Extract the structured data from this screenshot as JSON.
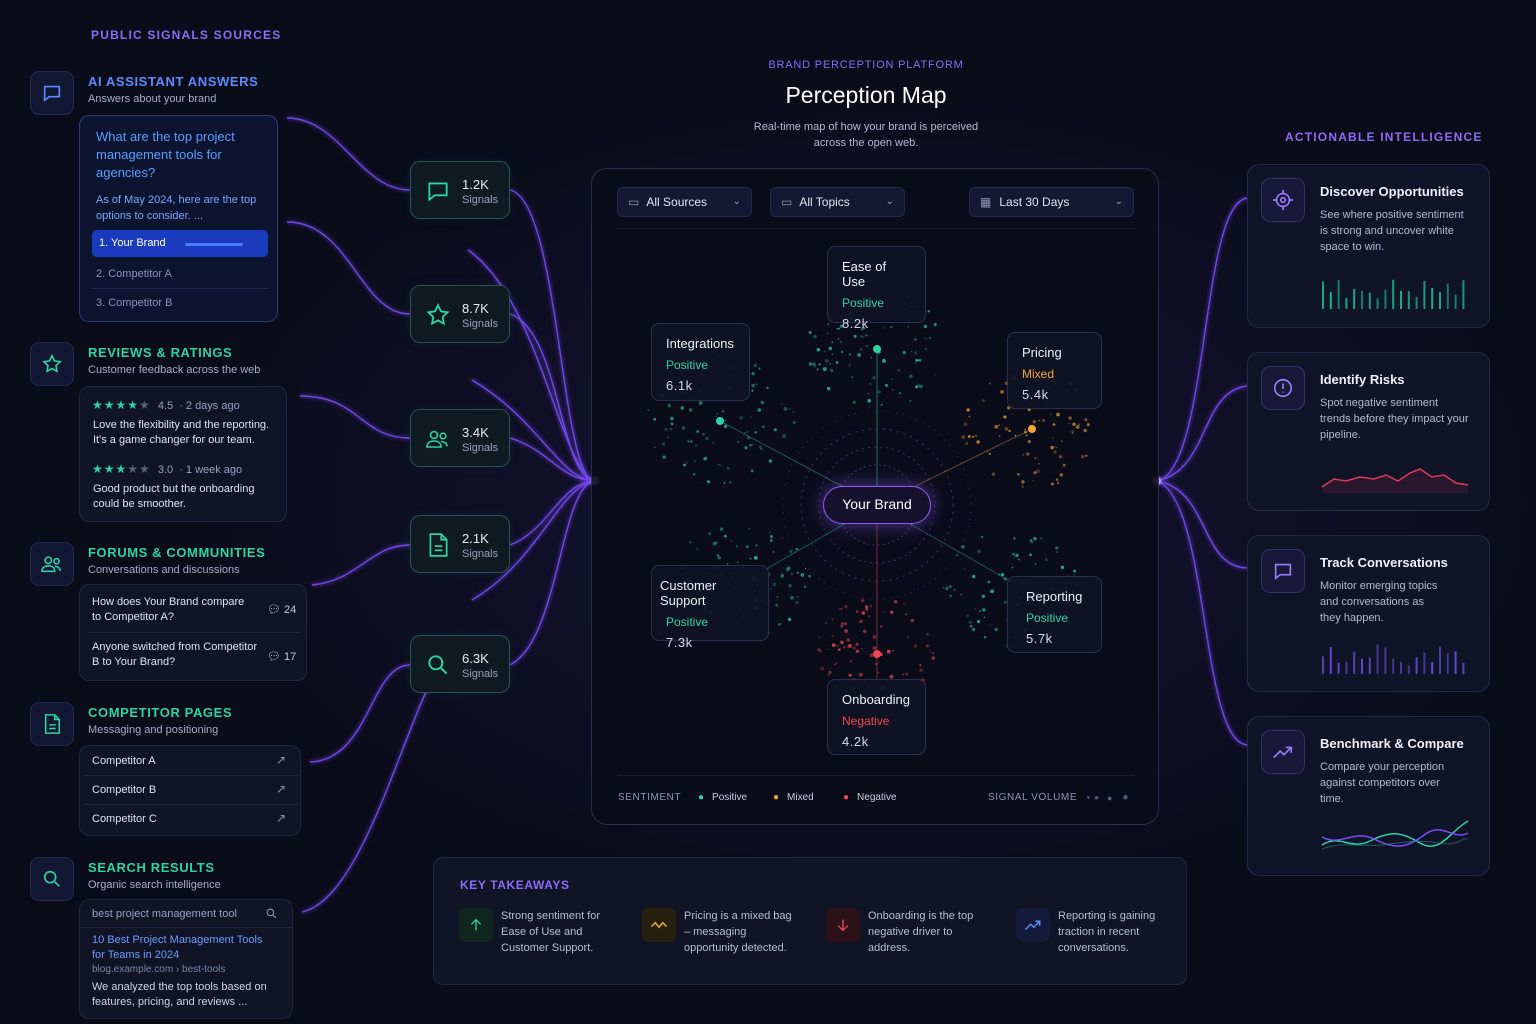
{
  "left": {
    "section_title": "PUBLIC SIGNALS SOURCES",
    "ai": {
      "title": "AI ASSISTANT ANSWERS",
      "subtitle": "Answers about your brand",
      "question": "What are the top project management tools for agencies?",
      "answer": "As of May 2024, here are the top options to consider. ...",
      "ranks": [
        "1. Your Brand",
        "2. Competitor A",
        "3. Competitor B"
      ]
    },
    "reviews": {
      "title": "REVIEWS & RATINGS",
      "subtitle": "Customer feedback across the web",
      "items": [
        {
          "stars": 4,
          "rating": "4.5",
          "when": "2 days ago",
          "text": "Love the flexibility and the reporting. It's a game changer for our team."
        },
        {
          "stars": 3,
          "rating": "3.0",
          "when": "1 week ago",
          "text": "Good product but the onboarding could be smoother."
        }
      ]
    },
    "forums": {
      "title": "FORUMS & COMMUNITIES",
      "subtitle": "Conversations and discussions",
      "threads": [
        {
          "text": "How does Your Brand compare to Competitor A?",
          "count": "24"
        },
        {
          "text": "Anyone switched from Competitor B to Your Brand?",
          "count": "17"
        }
      ]
    },
    "competitors": {
      "title": "COMPETITOR PAGES",
      "subtitle": "Messaging and positioning",
      "items": [
        "Competitor A",
        "Competitor B",
        "Competitor C"
      ]
    },
    "search": {
      "title": "SEARCH RESULTS",
      "subtitle": "Organic search intelligence",
      "query": "best project management tool",
      "result_title": "10 Best Project Management Tools for Teams in 2024",
      "result_url": "blog.example.com › best-tools",
      "result_snippet": "We analyzed the top tools based on features, pricing, and reviews ..."
    }
  },
  "signals": [
    {
      "count": "1.2K",
      "label": "Signals",
      "icon": "chat-icon"
    },
    {
      "count": "8.7K",
      "label": "Signals",
      "icon": "star-icon"
    },
    {
      "count": "3.4K",
      "label": "Signals",
      "icon": "people-icon"
    },
    {
      "count": "2.1K",
      "label": "Signals",
      "icon": "document-icon"
    },
    {
      "count": "6.3K",
      "label": "Signals",
      "icon": "search-icon"
    }
  ],
  "header": {
    "eyebrow": "BRAND PERCEPTION PLATFORM",
    "title": "Perception Map",
    "subtitle_line1": "Real-time map of how your brand is perceived",
    "subtitle_line2": "across the open web."
  },
  "map": {
    "filters": {
      "sources": "All Sources",
      "topics": "All Topics",
      "range": "Last 30 Days"
    },
    "center": "Your Brand",
    "nodes": {
      "ease": {
        "title": "Ease of Use",
        "sentiment": "Positive",
        "value": "8.2k"
      },
      "integrations": {
        "title": "Integrations",
        "sentiment": "Positive",
        "value": "6.1k"
      },
      "pricing": {
        "title": "Pricing",
        "sentiment": "Mixed",
        "value": "5.4k"
      },
      "support": {
        "title": "Customer Support",
        "sentiment": "Positive",
        "value": "7.3k"
      },
      "reporting": {
        "title": "Reporting",
        "sentiment": "Positive",
        "value": "5.7k"
      },
      "onboarding": {
        "title": "Onboarding",
        "sentiment": "Negative",
        "value": "4.2k"
      }
    },
    "legend": {
      "label": "SENTIMENT",
      "positive": "Positive",
      "mixed": "Mixed",
      "negative": "Negative",
      "volume": "SIGNAL VOLUME"
    },
    "colors": {
      "positive": "#2ed3a3",
      "mixed": "#f0a43a",
      "negative": "#f0484e",
      "accent": "#8b5cf6"
    }
  },
  "takeaways": {
    "title": "KEY TAKEAWAYS",
    "items": [
      "Strong sentiment for Ease of Use and Customer Support.",
      "Pricing is a mixed bag – messaging opportunity detected.",
      "Onboarding is the top negative driver to address.",
      "Reporting is gaining traction in recent conversations."
    ]
  },
  "right": {
    "section_title": "ACTIONABLE INTELLIGENCE",
    "cards": [
      {
        "title": "Discover Opportunities",
        "desc": "See where positive sentiment is strong and uncover white space to win.",
        "icon": "target-icon"
      },
      {
        "title": "Identify Risks",
        "desc": "Spot negative sentiment trends before they impact your pipeline.",
        "icon": "alert-icon"
      },
      {
        "title": "Track Conversations",
        "desc": "Monitor emerging topics and conversations as they happen.",
        "icon": "chat-icon"
      },
      {
        "title": "Benchmark & Compare",
        "desc": "Compare your perception against competitors over time.",
        "icon": "trend-icon"
      }
    ]
  }
}
